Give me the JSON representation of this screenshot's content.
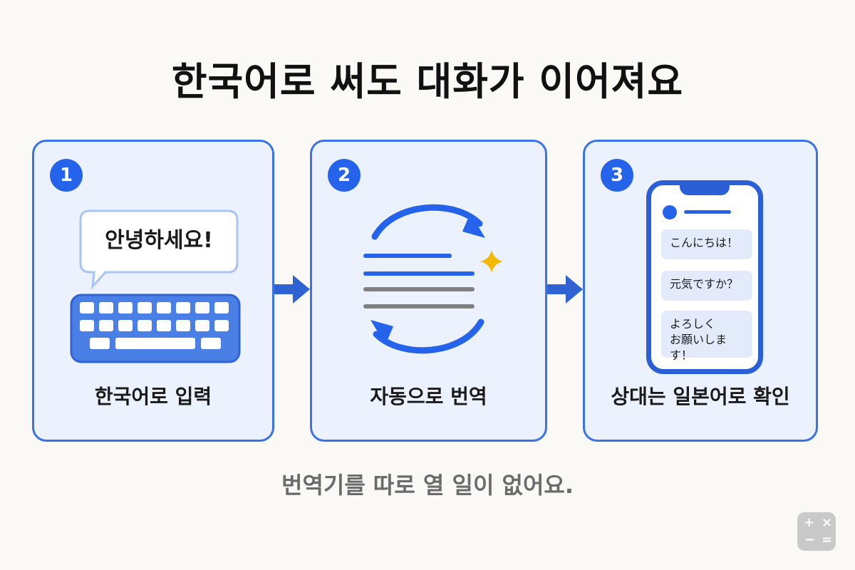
{
  "title": "한국어로 써도 대화가 이어져요",
  "steps": [
    {
      "number": "1",
      "label": "한국어로 입력",
      "bubble_text": "안녕하세요!"
    },
    {
      "number": "2",
      "label": "자동으로 번역"
    },
    {
      "number": "3",
      "label": "상대는 일본어로 확인",
      "messages": [
        {
          "lines": [
            "こんにちは！"
          ]
        },
        {
          "lines": [
            "元気ですか？"
          ]
        },
        {
          "lines": [
            "よろしく",
            "お願いします！"
          ]
        }
      ]
    }
  ],
  "footer": "번역기를 따로 열 일이 없어요.",
  "colors": {
    "accent": "#2563eb",
    "card_bg": "#ebf1fd",
    "card_border": "#3b73e6",
    "footer_text": "#6b6b6b"
  },
  "icons": [
    "keyboard-icon",
    "speech-bubble-icon",
    "refresh-cycle-icon",
    "sparkle-icon",
    "smartphone-icon",
    "calculator-icon"
  ]
}
